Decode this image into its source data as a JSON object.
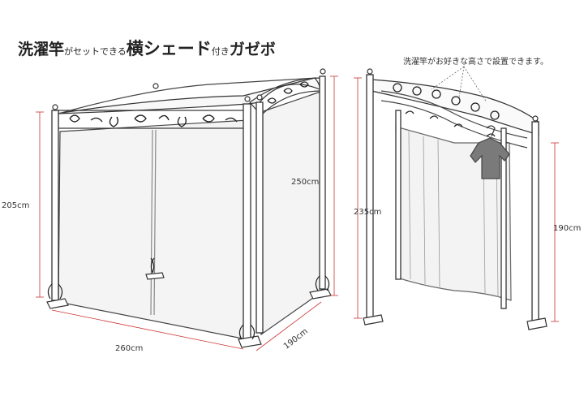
{
  "title": {
    "part1": "洗濯竿",
    "part2": "がセットできる",
    "part3": "横シェード",
    "part4": "付き",
    "part5": "ガゼボ"
  },
  "note": "洗濯竿がお好きな高さで設置できます。",
  "dimensions": {
    "left_height": "205cm",
    "right_height": "250cm",
    "width": "260cm",
    "depth": "190cm",
    "side_height": "235cm",
    "rod_height": "190cm"
  },
  "colors": {
    "line": "#333333",
    "dim_line": "#cc3333",
    "curtain": "#f3f3f3",
    "shirt": "#7a7a7a"
  }
}
